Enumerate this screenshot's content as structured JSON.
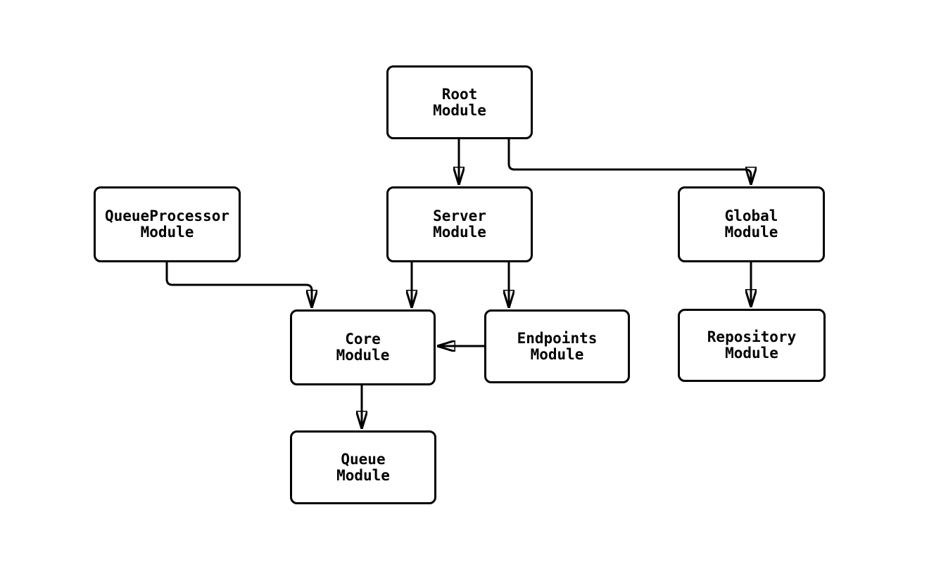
{
  "diagram": {
    "type": "flowchart",
    "background_color": "#ffffff",
    "stroke_color": "#000000",
    "text_color": "#000000",
    "nodes": [
      {
        "id": "root",
        "label": "Root\nModule"
      },
      {
        "id": "queueprocessor",
        "label": "QueueProcessor\nModule"
      },
      {
        "id": "server",
        "label": "Server\nModule"
      },
      {
        "id": "global",
        "label": "Global\nModule"
      },
      {
        "id": "core",
        "label": "Core\nModule"
      },
      {
        "id": "endpoints",
        "label": "Endpoints\nModule"
      },
      {
        "id": "repository",
        "label": "Repository\nModule"
      },
      {
        "id": "queue",
        "label": "Queue\nModule"
      }
    ],
    "edges": [
      {
        "from": "root",
        "to": "server"
      },
      {
        "from": "root",
        "to": "global"
      },
      {
        "from": "queueprocessor",
        "to": "core"
      },
      {
        "from": "server",
        "to": "core"
      },
      {
        "from": "server",
        "to": "endpoints"
      },
      {
        "from": "endpoints",
        "to": "core"
      },
      {
        "from": "core",
        "to": "queue"
      },
      {
        "from": "global",
        "to": "repository"
      }
    ]
  }
}
